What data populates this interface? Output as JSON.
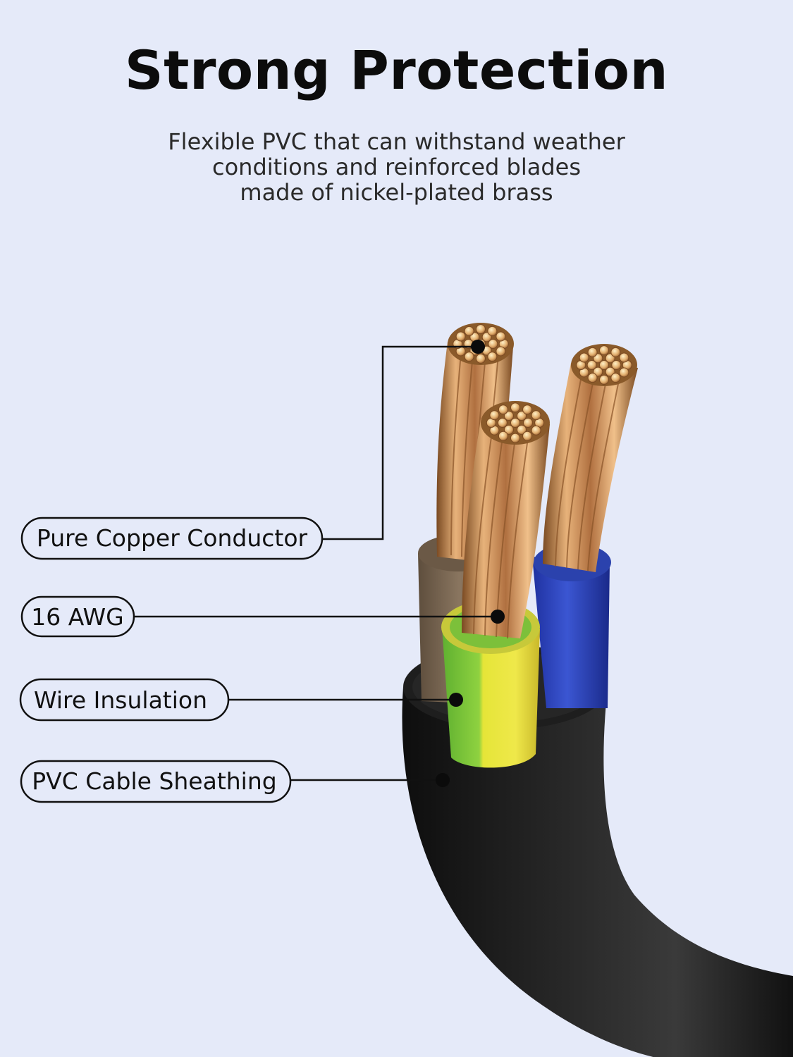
{
  "header": {
    "title": "Strong Protection",
    "subtitle_lines": [
      "Flexible PVC that can withstand weather",
      "conditions and reinforced blades",
      "made of nickel-plated brass"
    ]
  },
  "callouts": [
    {
      "label": "Pure Copper Conductor"
    },
    {
      "label": "16 AWG"
    },
    {
      "label": "Wire Insulation"
    },
    {
      "label": "PVC Cable Sheathing"
    }
  ],
  "colors": {
    "background": "#e5eaf9",
    "sheath": "#1b1b1b",
    "copper": "#c98a4e",
    "insulation_brown": "#7a6650",
    "insulation_blue": "#2e46b8",
    "insulation_yellow": "#e6e23a",
    "insulation_green": "#7fc93a",
    "leader_line": "#111111"
  }
}
